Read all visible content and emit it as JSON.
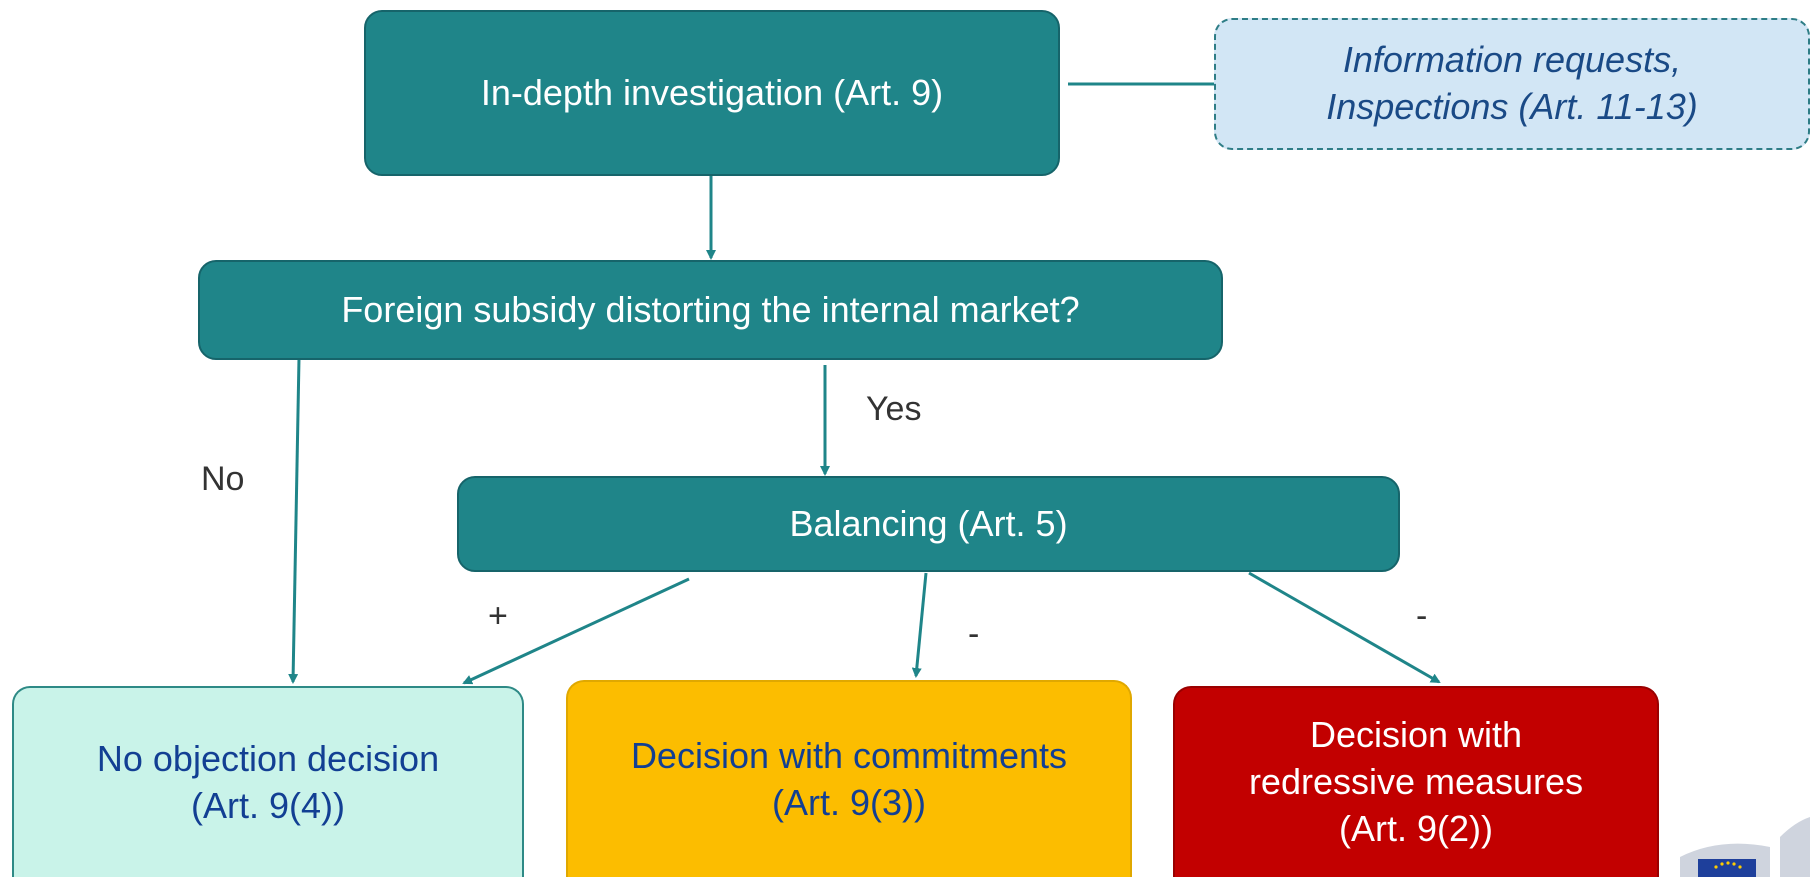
{
  "boxes": {
    "investigation": "In-depth investigation (Art. 9)",
    "requests_line1": "Information requests,",
    "requests_line2": "Inspections (Art. 11-13)",
    "question": "Foreign subsidy distorting the internal market?",
    "balancing": "Balancing (Art. 5)",
    "no_objection_line1": "No objection decision",
    "no_objection_line2": "(Art. 9(4))",
    "commitments_line1": "Decision with commitments",
    "commitments_line2": "(Art. 9(3))",
    "redressive_line1": "Decision with",
    "redressive_line2": "redressive measures",
    "redressive_line3": "(Art. 9(2))"
  },
  "edge_labels": {
    "yes": "Yes",
    "no": "No",
    "plus": "+",
    "minus_left": "-",
    "minus_right": "-"
  },
  "colors": {
    "teal": "#1f8589",
    "light_blue": "#d2e6f5",
    "mint": "#c9f3e9",
    "yellow": "#fcbd00",
    "red": "#c20000"
  }
}
